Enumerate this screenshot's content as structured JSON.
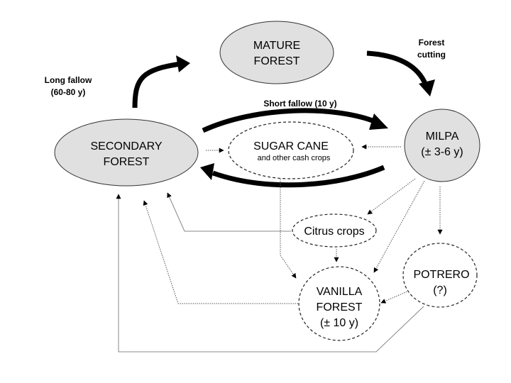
{
  "diagram": {
    "nodes": {
      "mature_forest": {
        "line1": "MATURE",
        "line2": "FOREST",
        "style": "solid"
      },
      "secondary_forest": {
        "line1": "SECONDARY",
        "line2": "FOREST",
        "style": "solid"
      },
      "milpa": {
        "line1": "MILPA",
        "line2": "(± 3-6 y)",
        "style": "solid"
      },
      "sugar_cane": {
        "line1": "SUGAR CANE",
        "line2": "and other cash crops",
        "style": "dashed"
      },
      "citrus": {
        "line1": "Citrus crops",
        "style": "dashed"
      },
      "vanilla": {
        "line1": "VANILLA",
        "line2": "FOREST",
        "line3": "(± 10 y)",
        "style": "dashed"
      },
      "potrero": {
        "line1": "POTRERO",
        "line2": "(?)",
        "style": "dashed"
      }
    },
    "labels": {
      "long_fallow_1": "Long fallow",
      "long_fallow_2": "(60-80 y)",
      "forest_cutting_1": "Forest",
      "forest_cutting_2": "cutting",
      "short_fallow": "Short fallow (10 y)"
    },
    "edges": [
      {
        "from": "secondary_forest",
        "to": "mature_forest",
        "kind": "thick",
        "label": "Long fallow (60-80 y)"
      },
      {
        "from": "mature_forest",
        "to": "milpa",
        "kind": "thick",
        "label": "Forest cutting"
      },
      {
        "from": "secondary_forest",
        "to": "milpa",
        "kind": "thick",
        "label": "Short fallow (10 y)"
      },
      {
        "from": "milpa",
        "to": "secondary_forest",
        "kind": "thick"
      },
      {
        "from": "secondary_forest",
        "to": "sugar_cane",
        "kind": "dotted"
      },
      {
        "from": "milpa",
        "to": "sugar_cane",
        "kind": "dotted"
      },
      {
        "from": "milpa",
        "to": "citrus",
        "kind": "dotted"
      },
      {
        "from": "milpa",
        "to": "vanilla",
        "kind": "dotted"
      },
      {
        "from": "milpa",
        "to": "potrero",
        "kind": "dotted"
      },
      {
        "from": "citrus",
        "to": "vanilla",
        "kind": "dotted"
      },
      {
        "from": "citrus",
        "to": "secondary_forest",
        "kind": "thin"
      },
      {
        "from": "sugar_cane",
        "to": "vanilla",
        "kind": "dotted"
      },
      {
        "from": "vanilla",
        "to": "secondary_forest",
        "kind": "dotted"
      },
      {
        "from": "potrero",
        "to": "vanilla",
        "kind": "dotted"
      },
      {
        "from": "potrero",
        "to": "secondary_forest",
        "kind": "thin"
      }
    ]
  }
}
